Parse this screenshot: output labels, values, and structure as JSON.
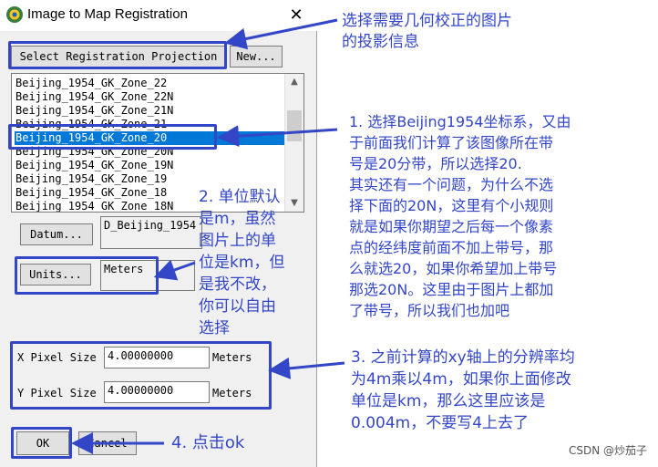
{
  "window": {
    "title": "Image to Map Registration",
    "close_glyph": "✕"
  },
  "projection": {
    "select_label": "Select Registration Projection",
    "new_label": "New...",
    "items": [
      "Beijing_1954_GK_Zone_22",
      "Beijing_1954_GK_Zone_22N",
      "Beijing_1954_GK_Zone_21N",
      "Beijing_1954_GK_Zone_21",
      "Beijing_1954_GK_Zone_20",
      "Beijing_1954_GK_Zone_20N",
      "Beijing_1954_GK_Zone_19N",
      "Beijing_1954_GK_Zone_19",
      "Beijing_1954_GK_Zone_18",
      "Beijing_1954_GK_Zone_18N"
    ],
    "selected_index": 4
  },
  "datum": {
    "button_label": "Datum...",
    "value": "D_Beijing_1954"
  },
  "units": {
    "button_label": "Units...",
    "value": "Meters"
  },
  "pixel_size": {
    "x_label": "X Pixel Size",
    "x_value": "4.00000000",
    "x_unit": "Meters",
    "y_label": "Y Pixel Size",
    "y_value": "4.00000000",
    "y_unit": "Meters"
  },
  "buttons": {
    "ok_label": "OK",
    "cancel_label": "Cancel"
  },
  "annotations": {
    "a0": [
      "选择需要几何校正的图片",
      "的投影信息"
    ],
    "a1": [
      "1. 选择Beijing1954坐标系，又由",
      "于前面我们计算了该图像所在带",
      "号是20分带，所以选择20.",
      "其实还有一个问题，为什么不选",
      "择下面的20N，这里有个小规则",
      "就是如果你期望之后每一个像素",
      "点的经纬度前面不加上带号，那",
      "么就选20，如果你希望加上带号",
      "那选20N。这里由于图片上都加",
      "了带号，所以我们也加吧"
    ],
    "a2": [
      "2. 单位默认",
      "是m，虽然",
      "图片上的单",
      "位是km，但",
      "是我不改，",
      "你可以自由",
      "选择"
    ],
    "a3": [
      "3. 之前计算的xy轴上的分辨率均",
      "为4m乘以4m，如果你上面修改",
      "单位是km，那么这里应该是",
      "0.004m，不要写4上去了"
    ],
    "a4": "4. 点击ok"
  },
  "watermark": "CSDN @炒茄子",
  "accent_color": "#3346c8",
  "selection_color": "#0078d7"
}
